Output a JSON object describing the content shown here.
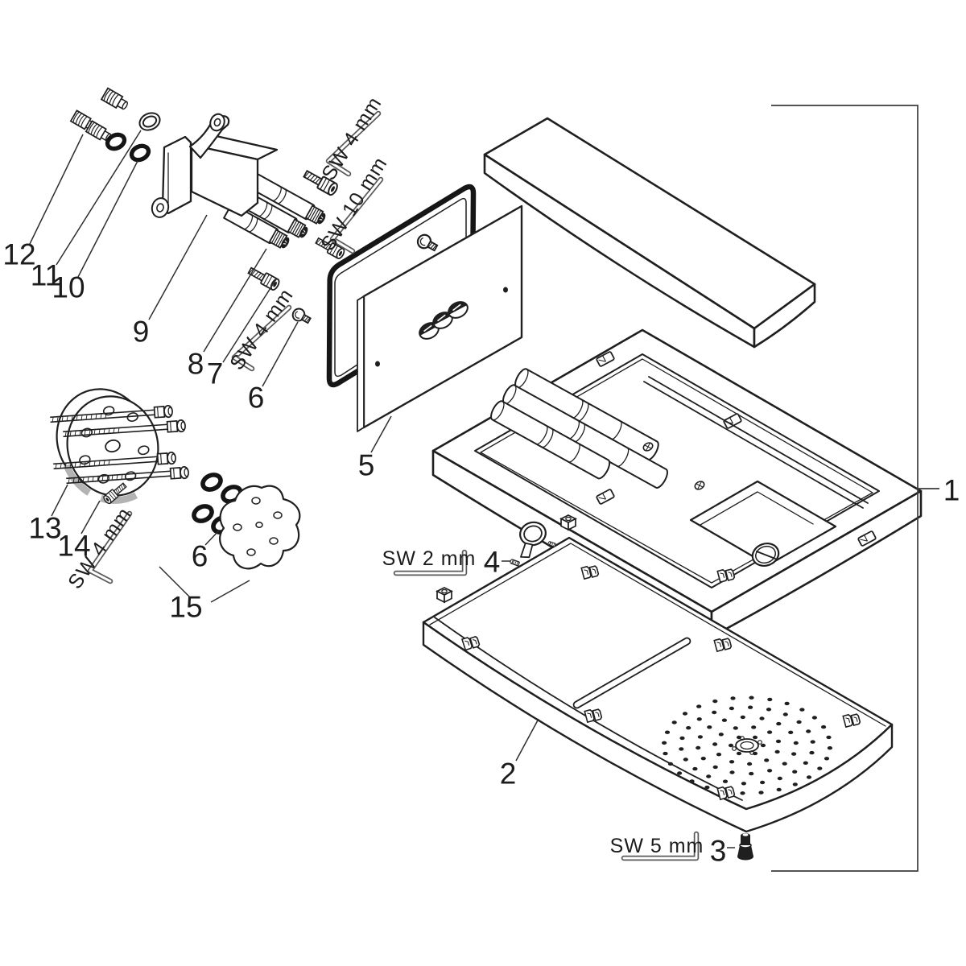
{
  "diagram": {
    "type": "exploded-parts-diagram",
    "background": "#ffffff",
    "ink_color": "#1f1f1f",
    "leader_color": "#2e2e2e",
    "tool_key_color": "#5a5a5a",
    "clamp_gray": "#b3b3b3"
  },
  "parts": {
    "p1": "1",
    "p2": "2",
    "p3": "3",
    "p4": "4",
    "p5": "5",
    "p6": "6",
    "p6b": "6",
    "p7": "7",
    "p8": "8",
    "p9": "9",
    "p10": "10",
    "p11": "11",
    "p12": "12",
    "p13": "13",
    "p14": "14",
    "p15": "15"
  },
  "tools": {
    "sw4_top": "SW 4 mm",
    "sw10": "SW 10 mm",
    "sw4_mid": "SW 4 mm",
    "sw4_bottom": "SW 4 mm",
    "sw2": "SW 2 mm",
    "sw5": "SW 5 mm"
  }
}
